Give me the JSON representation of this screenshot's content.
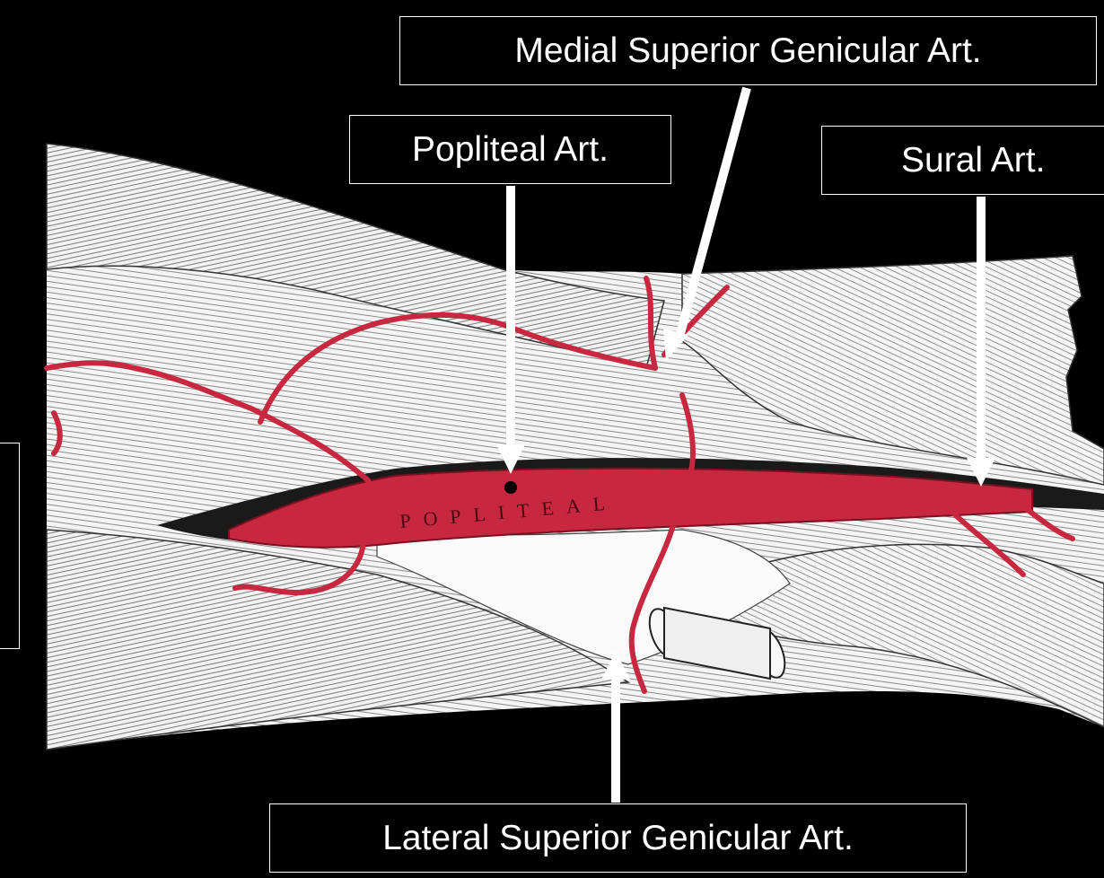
{
  "labels": {
    "medial_superior_genicular": "Medial Superior Genicular Art.",
    "popliteal": "Popliteal Art.",
    "sural": "Sural Art.",
    "lateral_superior_genicular": "Lateral Superior Genicular Art.",
    "left_partial_box": ""
  },
  "illustration": {
    "vessel_inscription": "POPLITEAL"
  },
  "colors": {
    "background": "#000000",
    "artery": "#c8283f",
    "artery_dark": "#8e1428",
    "tissue": "#f4f4f4",
    "line_work": "#555555",
    "arrow": "#ffffff",
    "label_text": "#ffffff"
  }
}
